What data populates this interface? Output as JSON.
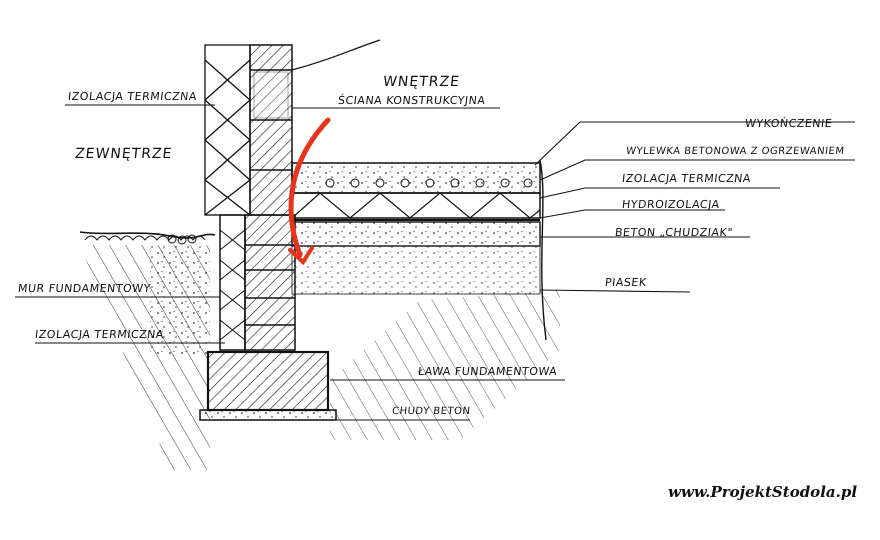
{
  "labels": {
    "interior": "WNĘTRZE",
    "exterior": "ZEWNĘTRZE",
    "insulation_wall": "IZOLACJA TERMICZNA",
    "structural_wall": "ŚCIANA KONSTRUKCYJNA",
    "finish": "WYKOŃCZENIE",
    "screed": "WYLEWKA BETONOWA Z OGRZEWANIEM",
    "insulation_floor": "IZOLACJA TERMICZNA",
    "waterproofing": "HYDROIZOLACJA",
    "lean_concrete": "BETON „CHUDZIAK\"",
    "sand": "PIASEK",
    "foundation_wall": "MUR FUNDAMENTOWY",
    "insulation_foundation": "IZOLACJA TERMICZNA",
    "footing": "ŁAWA FUNDAMENTOWA",
    "lean_base": "CHUDY BETON"
  },
  "watermark": "www.ProjektStodola.pl",
  "colors": {
    "ink": "#111111",
    "arrow": "#e8341c"
  }
}
